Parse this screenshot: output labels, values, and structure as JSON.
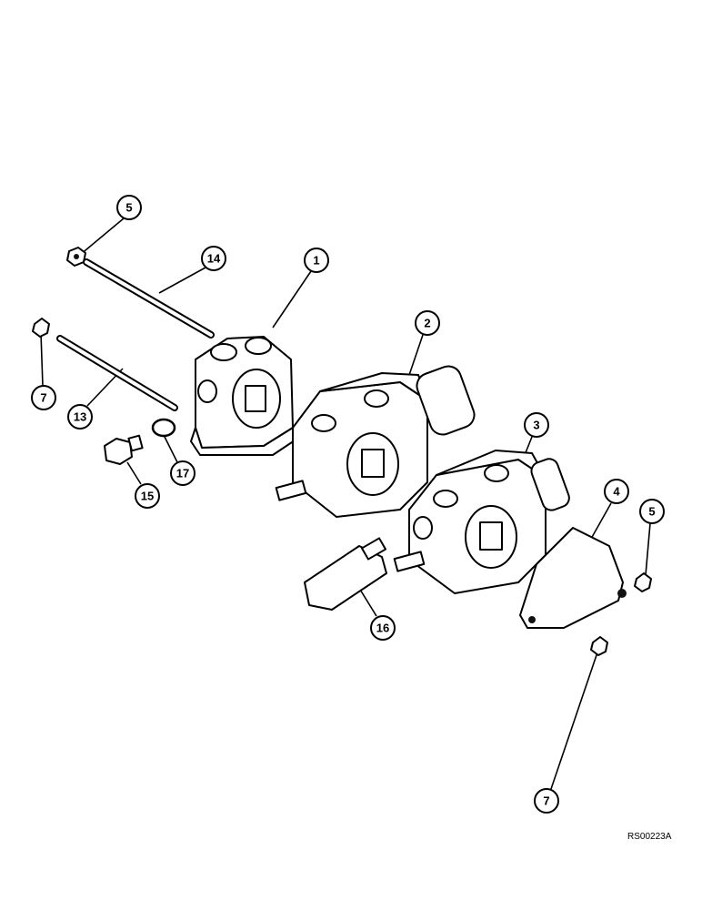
{
  "reference_code": "RS00223A",
  "callouts": [
    {
      "label": "5"
    },
    {
      "label": "14"
    },
    {
      "label": "1"
    },
    {
      "label": "7"
    },
    {
      "label": "13"
    },
    {
      "label": "2"
    },
    {
      "label": "3"
    },
    {
      "label": "17"
    },
    {
      "label": "15"
    },
    {
      "label": "4"
    },
    {
      "label": "5"
    },
    {
      "label": "16"
    },
    {
      "label": "7"
    }
  ]
}
